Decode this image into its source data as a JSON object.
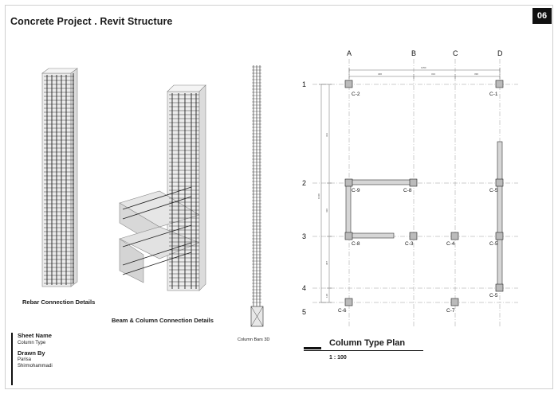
{
  "header": {
    "title": "Concrete Project . Revit Structure",
    "sheet_number": "06"
  },
  "captions": {
    "rebar": "Rebar Connection Details",
    "beam_column": "Beam & Column Connection Details",
    "column_bars": "Column Bars 3D"
  },
  "info": {
    "sheet_name_label": "Sheet Name",
    "sheet_name_value": "Column Type",
    "drawn_by_label": "Drawn By",
    "drawn_by_line1": "Parisa",
    "drawn_by_line2": "Shirmohammadi"
  },
  "plan": {
    "title": "Column Type Plan",
    "scale": "1 : 100",
    "grid_x": [
      "A",
      "B",
      "C",
      "D"
    ],
    "grid_y": [
      "1",
      "2",
      "3",
      "4",
      "5"
    ],
    "top_dims": [
      "1150",
      "400",
      "313",
      "330"
    ],
    "side_dims": [
      "1640",
      "331",
      "410",
      "387",
      "118"
    ],
    "columns": [
      "C-2",
      "C-1",
      "C-9",
      "C-8",
      "C-5",
      "C-8",
      "C-3",
      "C-4",
      "C-5",
      "C-5",
      "C-6",
      "C-7"
    ]
  },
  "colors": {
    "ink": "#1a1a1a",
    "accent": "#111111",
    "rebar": "#555555"
  }
}
